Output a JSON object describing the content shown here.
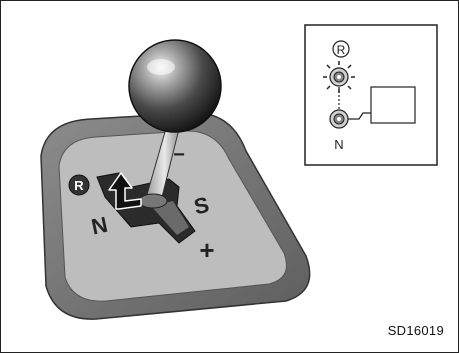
{
  "figure_code": "SD16019",
  "shift_gate_labels": {
    "reverse": "R",
    "neutral": "N",
    "sport": "S",
    "plus": "+",
    "minus": "−"
  },
  "inset": {
    "top_label": "R",
    "bottom_label": "N"
  }
}
